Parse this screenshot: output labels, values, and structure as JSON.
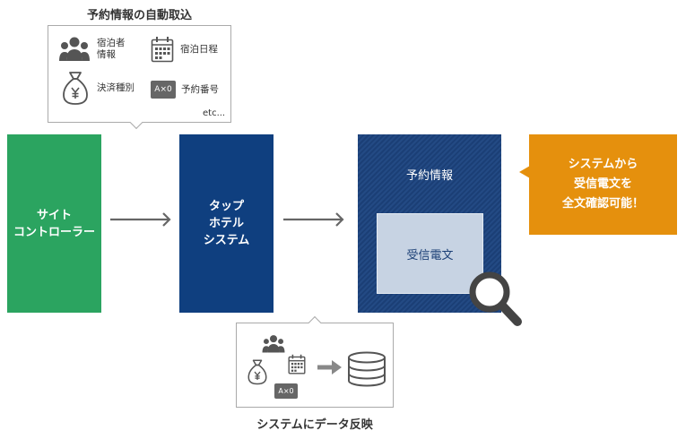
{
  "top_callout": {
    "title": "予約情報の自動取込",
    "items": [
      {
        "icon": "guests-icon",
        "label": "宿泊者\n情報"
      },
      {
        "icon": "calendar-icon",
        "label": "宿泊日程"
      },
      {
        "icon": "money-bag-icon",
        "label": "決済種別"
      },
      {
        "icon": "ax0-badge-icon",
        "label": "予約番号"
      }
    ],
    "etc": "etc...",
    "badge_text": "A×0"
  },
  "site_controller": {
    "label": "サイト\nコントローラー"
  },
  "tap_hotel": {
    "label": "タップ\nホテル\nシステム"
  },
  "reservation": {
    "title": "予約情報",
    "inner": "受信電文"
  },
  "orange_callout": {
    "text": "システムから\n受信電文を\n全文確認可能！"
  },
  "bottom_callout": {
    "title": "システムにデータ反映",
    "badge_text": "A×0"
  },
  "colors": {
    "green": "#2ba460",
    "navy": "#0f3f7f",
    "striped_navy": "#1b3f76",
    "orange": "#e5900d",
    "icon_gray": "#555555"
  }
}
